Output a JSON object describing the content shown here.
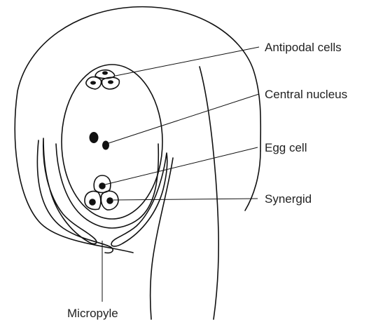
{
  "labels": {
    "antipodal": "Antipodal cells",
    "central": "Central nucleus",
    "egg": "Egg cell",
    "synergid": "Synergid",
    "micropyle": "Micropyle"
  }
}
